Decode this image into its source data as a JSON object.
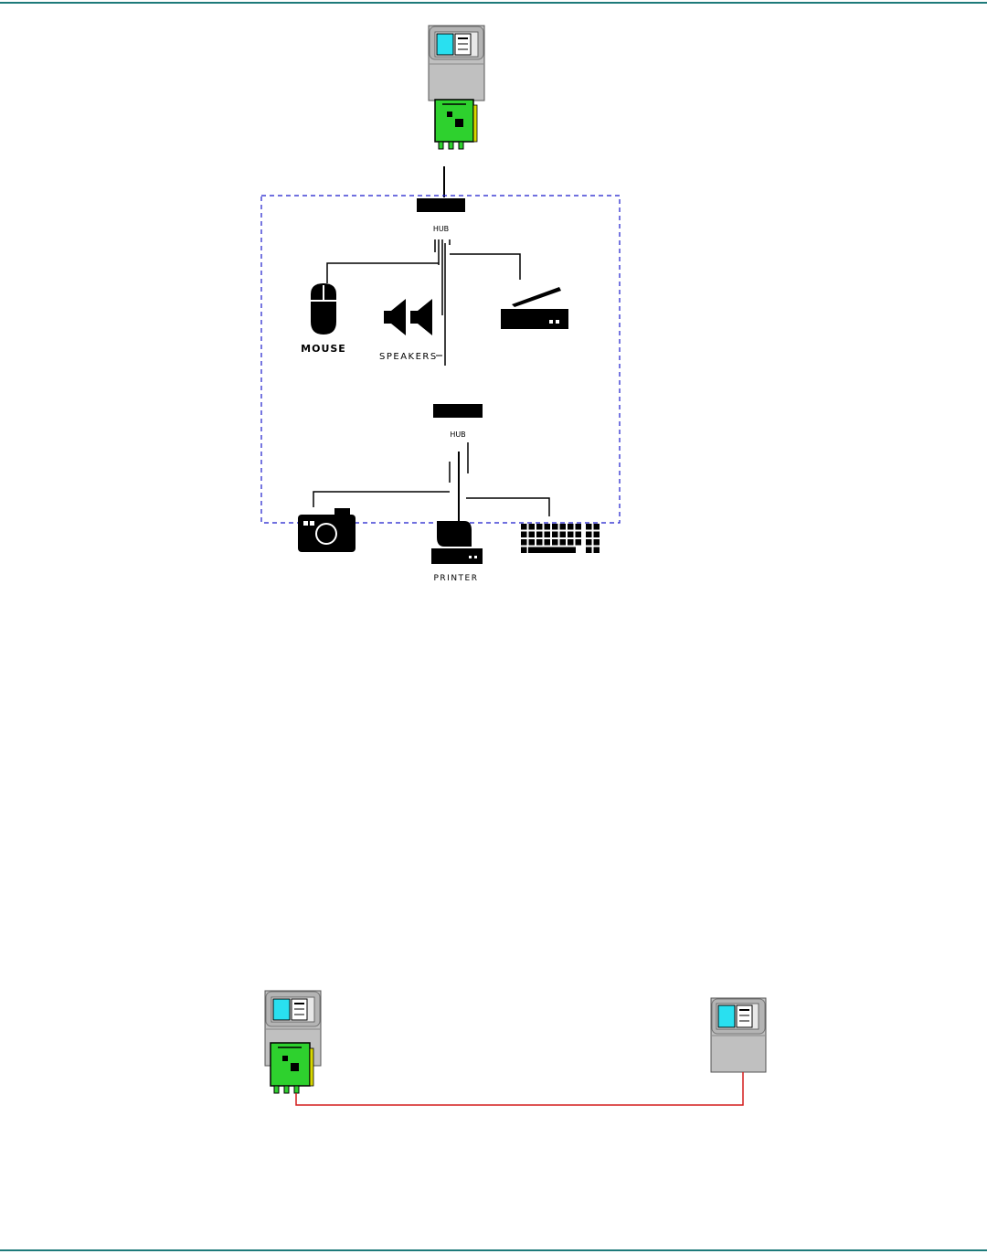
{
  "diagram_top": {
    "hub_top_label": "HUB",
    "hub_bottom_label": "HUB",
    "devices": {
      "mouse": {
        "label": "MOUSE",
        "icon": "mouse-icon"
      },
      "speakers": {
        "label": "SPEAKERS",
        "icon": "speakers-icon"
      },
      "scanner": {
        "label": "",
        "icon": "scanner-icon"
      },
      "camera": {
        "label": "",
        "icon": "camera-icon"
      },
      "printer": {
        "label": "PRINTER",
        "icon": "printer-icon"
      },
      "keyboard": {
        "label": "",
        "icon": "keyboard-icon"
      }
    },
    "host_icon": "pc-with-usb-card-icon"
  },
  "diagram_bottom": {
    "left_host_icon": "pc-with-usb-card-icon",
    "right_host_icon": "pc-icon"
  },
  "colors": {
    "rule": "#1e7a7a",
    "usb_card": "#2ed12e",
    "screen": "#29e0f0",
    "pc_body": "#c0c0c0",
    "dashed_border": "#1a1acc",
    "link_cable": "#d41c1c"
  }
}
